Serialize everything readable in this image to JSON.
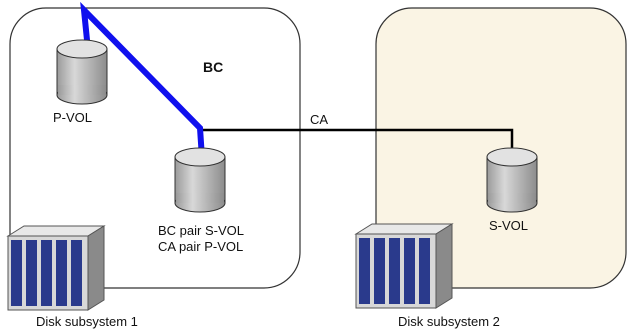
{
  "labels": {
    "bc": "BC",
    "ca": "CA",
    "pvol": "P-VOL",
    "bc_pair_svol": "BC pair S-VOL",
    "ca_pair_pvol": "CA pair P-VOL",
    "svol": "S-VOL",
    "disk1": "Disk subsystem 1",
    "disk2": "Disk subsystem 2"
  },
  "colors": {
    "bc_link": "#1010ee",
    "ca_link": "#000000",
    "subsystem1_fill": "#ffffff",
    "subsystem2_fill": "#faf4e4",
    "border": "#333333",
    "cylinder": "#c8c8c8",
    "rack_dark": "#2a3a8c"
  }
}
